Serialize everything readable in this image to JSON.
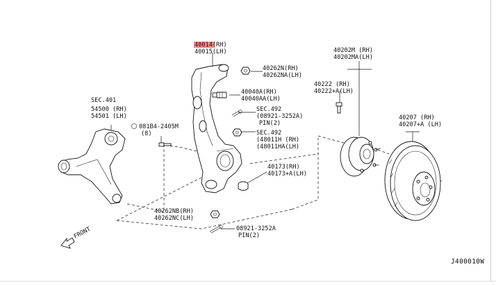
{
  "labels": {
    "part_40014": "40014(RH)",
    "part_40015": "40015(LH)",
    "part_40262n": "40262N(RH)",
    "part_40262na": "40262NA(LH)",
    "part_40040a": "40040A(RH)",
    "part_40040aa": "40040AA(LH)",
    "sec_492_a": "SEC.492",
    "part_08921_top": "(08921-3252A)",
    "pin_top": "PIN(2)",
    "sec_492_b": "SEC.492",
    "part_48011h": "(48011H (RH)",
    "part_48011ha": "(48011HA(LH)",
    "part_40173": "40173(RH)",
    "part_40173a": "40173+A(LH)",
    "part_40262nb": "40262NB(RH)",
    "part_40262nc": "40262NC(LH)",
    "part_08921_bottom": "08921-3252A",
    "pin_bottom": "PIN(2)",
    "sec_401": "SEC.401",
    "part_54500": "54500 (RH)",
    "part_54501": "54501 (LH)",
    "part_08184": "081B4-2405M",
    "qty_08184": "(8)",
    "part_40202m": "40202M (RH)",
    "part_40202ma": "40202MA(LH)",
    "part_40222": "40222  (RH)",
    "part_40222a": "40222+A(LH)",
    "part_40207": "40207  (RH)",
    "part_40207a": "40207+A (LH)",
    "front": "FRONT",
    "diagram_code": "J400010W"
  },
  "highlight_color": "#f08a8a"
}
